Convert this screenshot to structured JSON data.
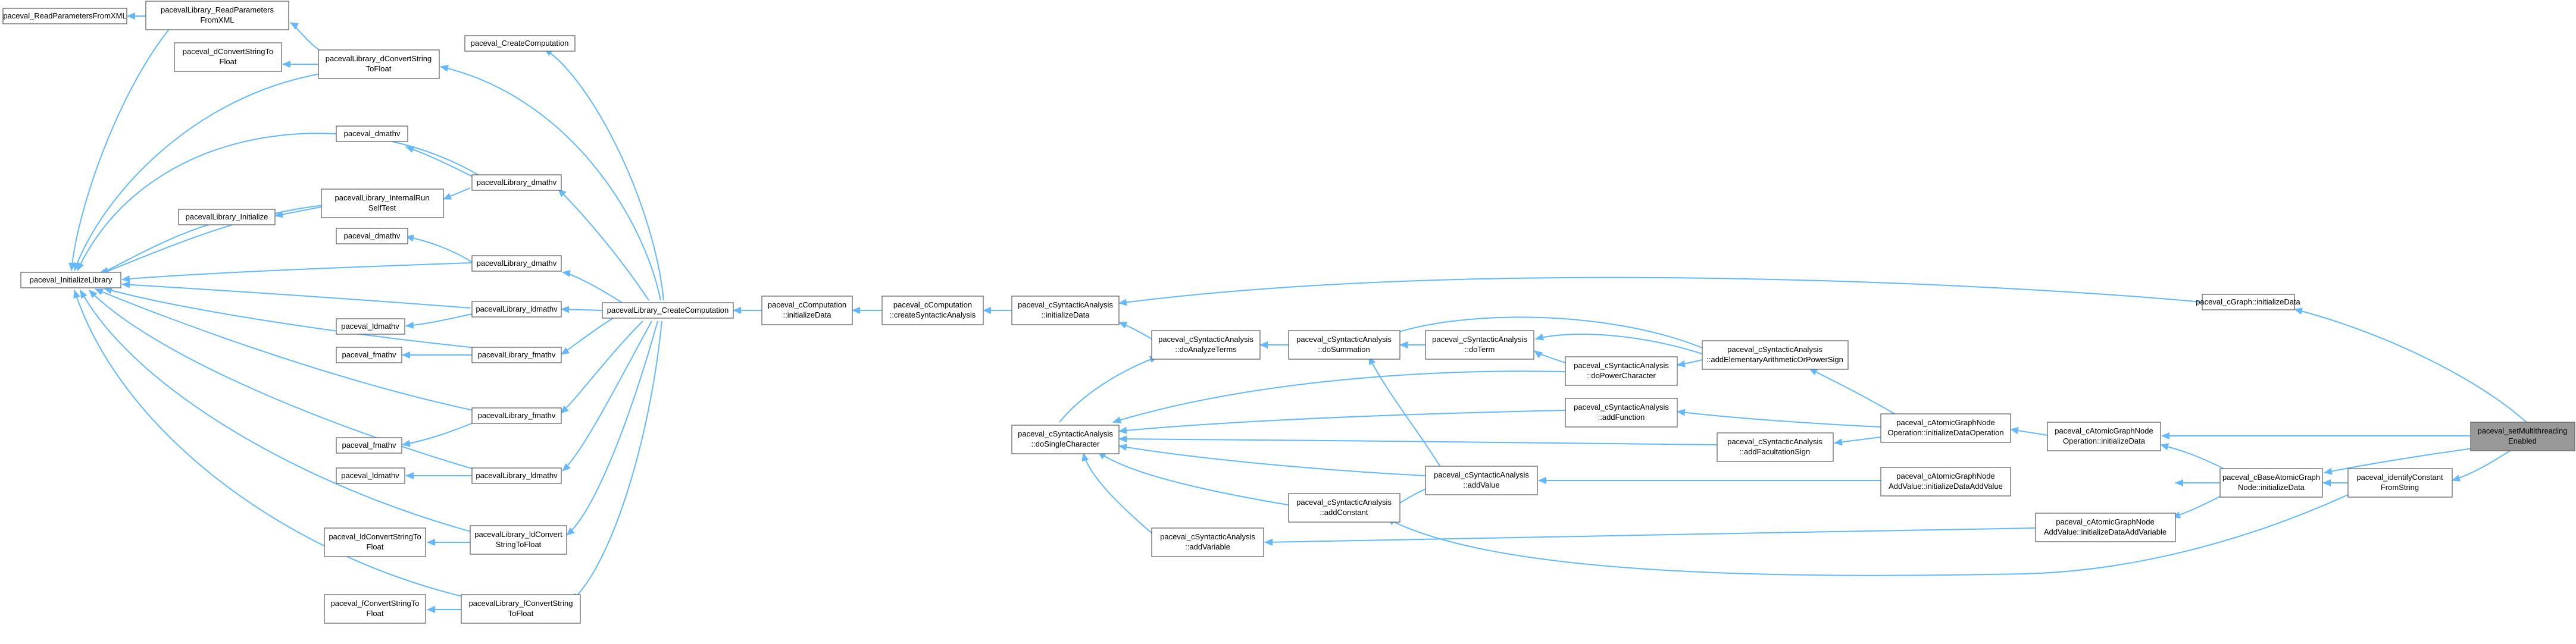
{
  "colors": {
    "edge": "#63b8ff",
    "node_border": "#666666",
    "node_fill": "#ffffff",
    "root_fill": "#999999"
  },
  "nodes": [
    {
      "id": "n1",
      "lines": [
        "paceval_ReadParametersFromXML"
      ]
    },
    {
      "id": "n2",
      "lines": [
        "pacevalLibrary_ReadParameters",
        "FromXML"
      ]
    },
    {
      "id": "n3",
      "lines": [
        "paceval_dConvertStringTo",
        "Float"
      ]
    },
    {
      "id": "n4",
      "lines": [
        "pacevalLibrary_dConvertString",
        "ToFloat"
      ]
    },
    {
      "id": "n5",
      "lines": [
        "paceval_CreateComputation"
      ]
    },
    {
      "id": "n6",
      "lines": [
        "paceval_dmathv"
      ]
    },
    {
      "id": "n7",
      "lines": [
        "pacevalLibrary_dmathv"
      ]
    },
    {
      "id": "n8",
      "lines": [
        "pacevalLibrary_Initialize"
      ]
    },
    {
      "id": "n9",
      "lines": [
        "pacevalLibrary_InternalRun",
        "SelfTest"
      ]
    },
    {
      "id": "n10",
      "lines": [
        "paceval_dmathv"
      ]
    },
    {
      "id": "n11",
      "lines": [
        "pacevalLibrary_dmathv"
      ]
    },
    {
      "id": "n12",
      "lines": [
        "paceval_InitializeLibrary"
      ]
    },
    {
      "id": "n13",
      "lines": [
        "pacevalLibrary_ldmathv"
      ]
    },
    {
      "id": "n14",
      "lines": [
        "paceval_ldmathv"
      ]
    },
    {
      "id": "n15",
      "lines": [
        "paceval_fmathv"
      ]
    },
    {
      "id": "n16",
      "lines": [
        "pacevalLibrary_fmathv"
      ]
    },
    {
      "id": "n17",
      "lines": [
        "pacevalLibrary_CreateComputation"
      ]
    },
    {
      "id": "n18",
      "lines": [
        "paceval_cComputation",
        "::initializeData"
      ]
    },
    {
      "id": "n19",
      "lines": [
        "paceval_cComputation",
        "::createSyntacticAnalysis"
      ]
    },
    {
      "id": "n20",
      "lines": [
        "paceval_cSyntacticAnalysis",
        "::initializeData"
      ]
    },
    {
      "id": "n21",
      "lines": [
        "pacevalLibrary_fmathv"
      ]
    },
    {
      "id": "n22",
      "lines": [
        "paceval_fmathv"
      ]
    },
    {
      "id": "n23",
      "lines": [
        "paceval_ldmathv"
      ]
    },
    {
      "id": "n24",
      "lines": [
        "pacevalLibrary_ldmathv"
      ]
    },
    {
      "id": "n25",
      "lines": [
        "paceval_ldConvertStringTo",
        "Float"
      ]
    },
    {
      "id": "n26",
      "lines": [
        "pacevalLibrary_ldConvert",
        "StringToFloat"
      ]
    },
    {
      "id": "n27",
      "lines": [
        "paceval_fConvertStringTo",
        "Float"
      ]
    },
    {
      "id": "n28",
      "lines": [
        "pacevalLibrary_fConvertString",
        "ToFloat"
      ]
    },
    {
      "id": "n29",
      "lines": [
        "paceval_cSyntacticAnalysis",
        "::doAnalyzeTerms"
      ]
    },
    {
      "id": "n30",
      "lines": [
        "paceval_cSyntacticAnalysis",
        "::doSummation"
      ]
    },
    {
      "id": "n31",
      "lines": [
        "paceval_cSyntacticAnalysis",
        "::doTerm"
      ]
    },
    {
      "id": "n32",
      "lines": [
        "paceval_cSyntacticAnalysis",
        "::doPowerCharacter"
      ]
    },
    {
      "id": "n33",
      "lines": [
        "paceval_cSyntacticAnalysis",
        "::addElementaryArithmeticOrPowerSign"
      ]
    },
    {
      "id": "n34",
      "lines": [
        "paceval_cSyntacticAnalysis",
        "::addFunction"
      ]
    },
    {
      "id": "n35",
      "lines": [
        "paceval_cSyntacticAnalysis",
        "::doSingleCharacter"
      ]
    },
    {
      "id": "n36",
      "lines": [
        "paceval_cSyntacticAnalysis",
        "::addFacultationSign"
      ]
    },
    {
      "id": "n37",
      "lines": [
        "paceval_cSyntacticAnalysis",
        "::addValue"
      ]
    },
    {
      "id": "n38",
      "lines": [
        "paceval_cSyntacticAnalysis",
        "::addConstant"
      ]
    },
    {
      "id": "n39",
      "lines": [
        "paceval_cSyntacticAnalysis",
        "::addVariable"
      ]
    },
    {
      "id": "n40",
      "lines": [
        "paceval_cAtomicGraphNode",
        "Operation::initializeDataOperation"
      ]
    },
    {
      "id": "n41",
      "lines": [
        "paceval_cAtomicGraphNode",
        "AddValue::initializeDataAddValue"
      ]
    },
    {
      "id": "n42",
      "lines": [
        "paceval_cAtomicGraphNode",
        "AddValue::initializeDataAddVariable"
      ]
    },
    {
      "id": "n43",
      "lines": [
        "paceval_cAtomicGraphNode",
        "Operation::initializeData"
      ]
    },
    {
      "id": "n44",
      "lines": [
        "paceval_cGraph::initializeData"
      ]
    },
    {
      "id": "n45",
      "lines": [
        "paceval_cBaseAtomicGraph",
        "Node::initializeData"
      ]
    },
    {
      "id": "n46",
      "lines": [
        "paceval_identifyConstant",
        "FromString"
      ]
    },
    {
      "id": "n47",
      "lines": [
        "paceval_setMultithreading",
        "Enabled"
      ]
    }
  ]
}
